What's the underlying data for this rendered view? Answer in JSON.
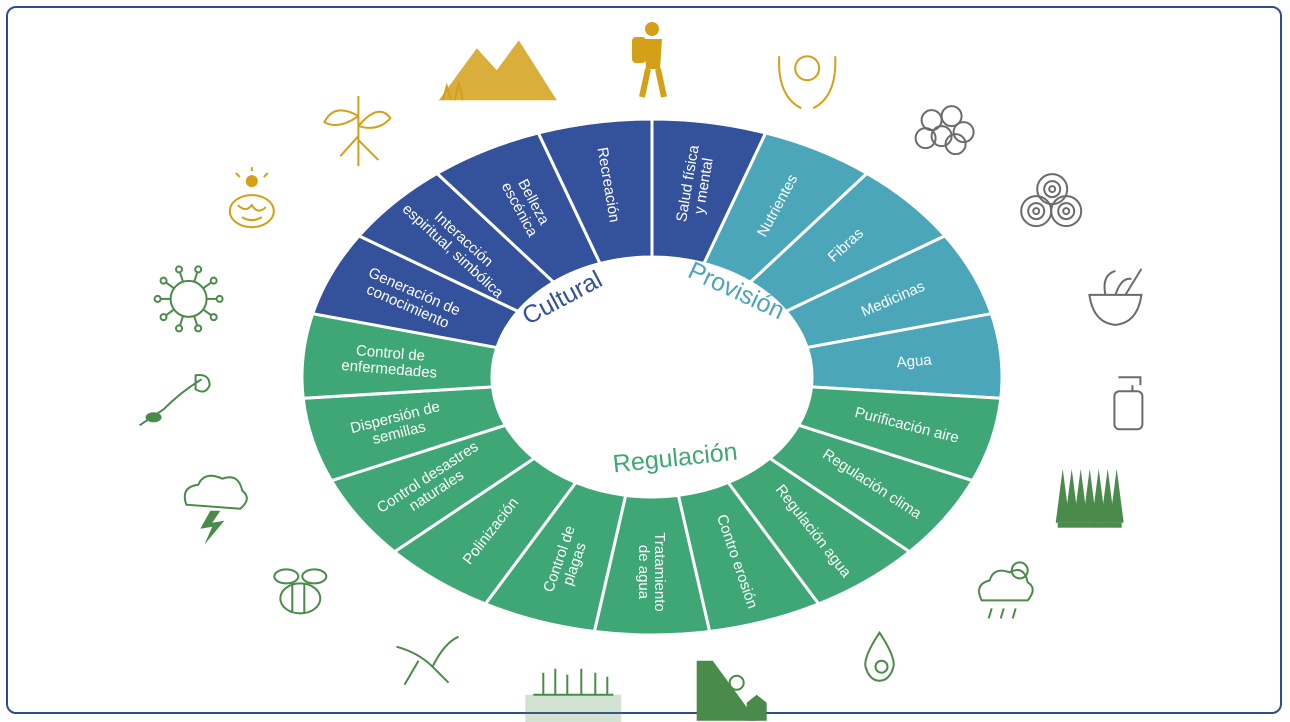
{
  "colors": {
    "cultural": "#34519b",
    "provision": "#4ba6ba",
    "regulation": "#3fa775",
    "frame": "#2e4d8f",
    "icon_cultural": "#d4a017",
    "icon_provision": "#6b6b6b",
    "icon_regulation": "#4a8a4a"
  },
  "categories": {
    "cultural": "Cultural",
    "provision": "Provisión",
    "regulation": "Regulación"
  },
  "segments": [
    {
      "id": "salud",
      "group": "cultural",
      "lines": [
        "Salud física",
        "y mental"
      ]
    },
    {
      "id": "nutrientes",
      "group": "provision",
      "lines": [
        "Nutrientes"
      ]
    },
    {
      "id": "fibras",
      "group": "provision",
      "lines": [
        "Fibras"
      ]
    },
    {
      "id": "medicinas",
      "group": "provision",
      "lines": [
        "Medicinas"
      ]
    },
    {
      "id": "agua",
      "group": "provision",
      "lines": [
        "Agua"
      ]
    },
    {
      "id": "purificacion",
      "group": "regulation",
      "lines": [
        "Purificación aire"
      ]
    },
    {
      "id": "clima",
      "group": "regulation",
      "lines": [
        "Regulación clima"
      ]
    },
    {
      "id": "reg-agua",
      "group": "regulation",
      "lines": [
        "Regulación agua"
      ]
    },
    {
      "id": "erosion",
      "group": "regulation",
      "lines": [
        "Contro erosión"
      ]
    },
    {
      "id": "tratamiento",
      "group": "regulation",
      "lines": [
        "Tratamiento",
        "de agua"
      ]
    },
    {
      "id": "plagas",
      "group": "regulation",
      "lines": [
        "Control de",
        "plagas"
      ]
    },
    {
      "id": "polinizacion",
      "group": "regulation",
      "lines": [
        "Polinización"
      ]
    },
    {
      "id": "desastres",
      "group": "regulation",
      "lines": [
        "Control desastres",
        "naturales"
      ]
    },
    {
      "id": "semillas",
      "group": "regulation",
      "lines": [
        "Dispersión de",
        "semillas"
      ]
    },
    {
      "id": "enfermedades",
      "group": "regulation",
      "lines": [
        "Control de",
        "enfermedades"
      ]
    },
    {
      "id": "conocimiento",
      "group": "cultural",
      "lines": [
        "Generación de",
        "conocimiento"
      ]
    },
    {
      "id": "espiritual",
      "group": "cultural",
      "lines": [
        "Interacción",
        "espiritual, simbólica"
      ]
    },
    {
      "id": "belleza",
      "group": "cultural",
      "lines": [
        "Belleza",
        "escénica"
      ]
    },
    {
      "id": "recreacion",
      "group": "cultural",
      "lines": [
        "Recreación"
      ]
    }
  ],
  "icons": [
    {
      "name": "hiker-icon",
      "group": "cultural"
    },
    {
      "name": "hands-globe-icon",
      "group": "cultural"
    },
    {
      "name": "fruits-icon",
      "group": "provision"
    },
    {
      "name": "logs-icon",
      "group": "provision"
    },
    {
      "name": "mortar-herbs-icon",
      "group": "provision"
    },
    {
      "name": "water-jar-icon",
      "group": "provision"
    },
    {
      "name": "forest-icon",
      "group": "regulation"
    },
    {
      "name": "rain-cloud-icon",
      "group": "regulation"
    },
    {
      "name": "water-drop-icon",
      "group": "regulation"
    },
    {
      "name": "landslide-icon",
      "group": "regulation"
    },
    {
      "name": "wetland-icon",
      "group": "regulation"
    },
    {
      "name": "bird-pest-icon",
      "group": "regulation"
    },
    {
      "name": "bee-icon",
      "group": "regulation"
    },
    {
      "name": "storm-icon",
      "group": "regulation"
    },
    {
      "name": "ant-seed-icon",
      "group": "regulation"
    },
    {
      "name": "virus-icon",
      "group": "regulation"
    },
    {
      "name": "brain-bulb-icon",
      "group": "cultural"
    },
    {
      "name": "plant-icon",
      "group": "cultural"
    },
    {
      "name": "mountains-icon",
      "group": "cultural"
    }
  ]
}
